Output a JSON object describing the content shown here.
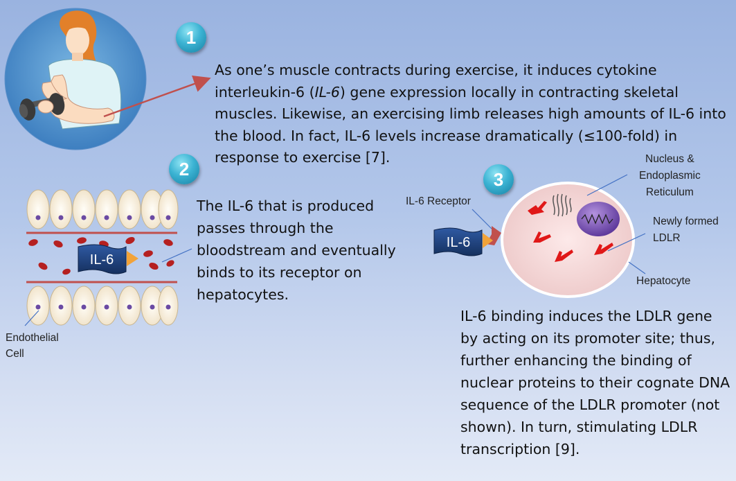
{
  "steps": {
    "s1": "1",
    "s2": "2",
    "s3": "3"
  },
  "text": {
    "p1_a": "As one’s muscle contracts during exercise, it induces cytokine interleukin-6 (",
    "p1_italic": "IL-6",
    "p1_b": ")  gene expression locally in contracting skeletal muscles. Likewise, an exercising limb releases high amounts of IL-6 into the blood. In fact, IL-6 levels increase dramatically (≤100-fold) in response to exercise [7].",
    "p2": "The IL-6 that is produced passes through the bloodstream and eventually binds to its receptor on hepatocytes.",
    "p3": "IL-6 binding induces the LDLR gene by acting on its promoter site; thus, further enhancing the binding of nuclear proteins to their cognate DNA sequence of the LDLR promoter (not shown). In turn, stimulating LDLR transcription [9]."
  },
  "labels": {
    "il6_vessel": "IL-6",
    "il6_receptor_flag": "IL-6",
    "receptor": "IL-6 Receptor",
    "nucleus_line1": "Nucleus &",
    "nucleus_line2": "Endoplasmic",
    "nucleus_line3": "Reticulum",
    "ldlr_line1": "Newly formed",
    "ldlr_line2": "LDLR",
    "hepatocyte": "Hepatocyte",
    "endo_line1": "Endothelial",
    "endo_line2": "Cell"
  },
  "colors": {
    "badge": "#2aa3c9",
    "il6_flag": "#1d3f7a",
    "arrow": "#c0504d",
    "vessel_wall": "#c0504d",
    "rbc": "#b52020",
    "ldlr": "#e01818",
    "nucleus": "#7a4fb5",
    "cell": "#f3d7d7"
  }
}
